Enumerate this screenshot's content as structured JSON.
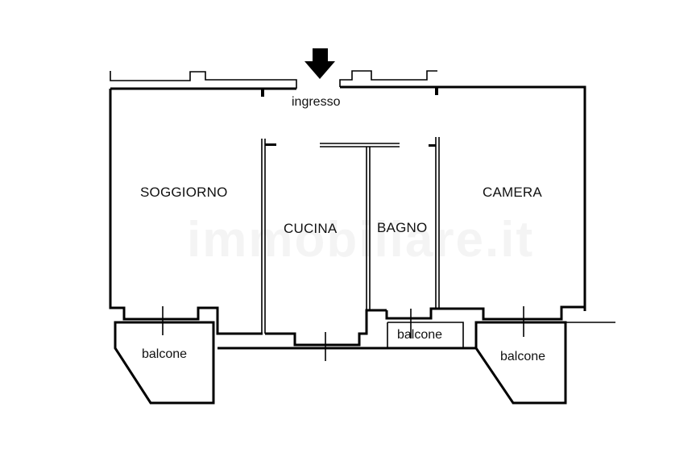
{
  "plan": {
    "entrance_label": "ingresso",
    "entrance_icon": "arrow-down-icon",
    "watermark": "immobiliare.it",
    "rooms": [
      {
        "id": "soggiorno",
        "label": "SOGGIORNO"
      },
      {
        "id": "cucina",
        "label": "CUCINA"
      },
      {
        "id": "bagno",
        "label": "BAGNO"
      },
      {
        "id": "camera",
        "label": "CAMERA"
      }
    ],
    "balconies": [
      {
        "id": "balcone-left",
        "label": "balcone"
      },
      {
        "id": "balcone-middle",
        "label": "balcone"
      },
      {
        "id": "balcone-right",
        "label": "balcone"
      }
    ]
  }
}
